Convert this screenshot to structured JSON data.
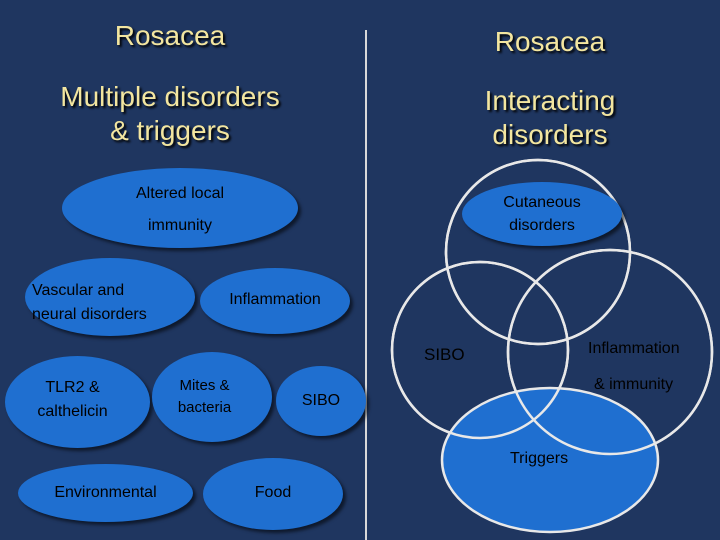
{
  "left": {
    "title": "Rosacea",
    "subtitle_line1": "Multiple disorders",
    "subtitle_line2": "& triggers",
    "ovals": {
      "altered_immunity_l1": "Altered local",
      "altered_immunity_l2": "immunity",
      "vascular_l1": "Vascular and",
      "vascular_l2": "neural disorders",
      "inflammation": "Inflammation",
      "tlr2_l1": "TLR2 &",
      "tlr2_l2": "calthelicin",
      "mites_l1": "Mites &",
      "mites_l2": "bacteria",
      "sibo": "SIBO",
      "environmental": "Environmental",
      "food": "Food"
    }
  },
  "right": {
    "title": "Rosacea",
    "subtitle_line1": "Interacting",
    "subtitle_line2": "disorders",
    "venn": {
      "cutaneous_l1": "Cutaneous",
      "cutaneous_l2": "disorders",
      "sibo": "SIBO",
      "inflammation_l1": "Inflammation",
      "inflammation_l2": "& immunity",
      "triggers": "Triggers"
    }
  },
  "colors": {
    "background": "#1f3660",
    "oval_fill": "#1f6fd0",
    "title_text": "#f3e6a0",
    "circle_stroke": "#e8e8e8"
  }
}
